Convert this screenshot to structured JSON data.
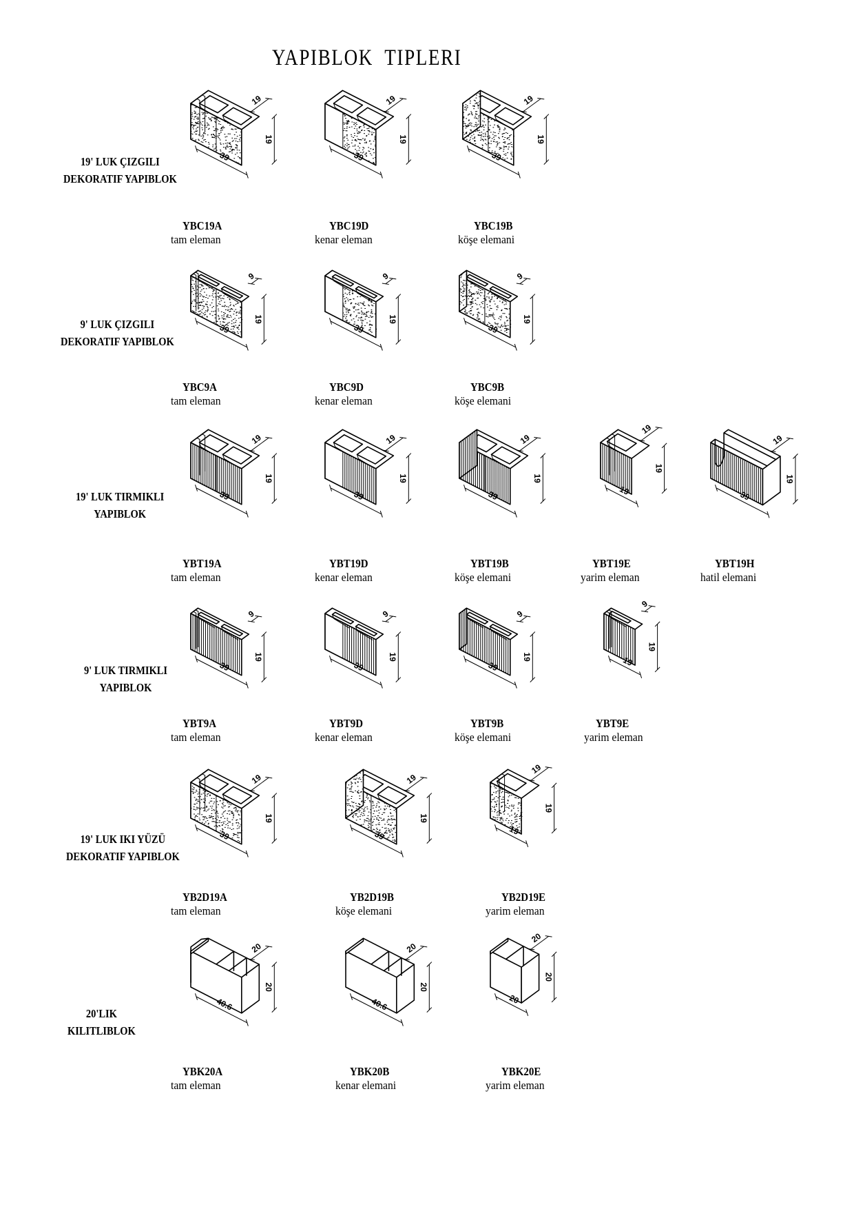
{
  "title": "YAPIBLOK  TIPLERI",
  "rows": [
    {
      "label": [
        "19' LUK ÇIZGILI",
        "DEKORATIF YAPIBLOK"
      ],
      "blocks": [
        {
          "code": "YBC19A",
          "caption": "tam eleman",
          "dims": {
            "w": "19",
            "h": "19",
            "l": "39"
          },
          "surface": "speckle",
          "shape": "full"
        },
        {
          "code": "YBC19D",
          "caption": "kenar eleman",
          "dims": {
            "w": "19",
            "h": "19",
            "l": "39"
          },
          "surface": "speckle",
          "shape": "end"
        },
        {
          "code": "YBC19B",
          "caption": "köşe elemani",
          "dims": {
            "w": "19",
            "h": "19",
            "l": "39"
          },
          "surface": "speckle",
          "shape": "corner"
        }
      ]
    },
    {
      "label": [
        "9' LUK ÇIZGILI",
        "DEKORATIF YAPIBLOK"
      ],
      "blocks": [
        {
          "code": "YBC9A",
          "caption": "tam eleman",
          "dims": {
            "w": "9",
            "h": "19",
            "l": "39"
          },
          "surface": "speckle",
          "shape": "thin"
        },
        {
          "code": "YBC9D",
          "caption": "kenar eleman",
          "dims": {
            "w": "9",
            "h": "19",
            "l": "39"
          },
          "surface": "speckle",
          "shape": "thin-end"
        },
        {
          "code": "YBC9B",
          "caption": "köşe elemani",
          "dims": {
            "w": "9",
            "h": "19",
            "l": "39"
          },
          "surface": "speckle",
          "shape": "thin-corner"
        }
      ]
    },
    {
      "label": [
        "19' LUK TIRMIKLI",
        "YAPIBLOK"
      ],
      "blocks": [
        {
          "code": "YBT19A",
          "caption": "tam eleman",
          "dims": {
            "w": "19",
            "h": "19",
            "l": "39"
          },
          "surface": "ribbed",
          "shape": "full"
        },
        {
          "code": "YBT19D",
          "caption": "kenar eleman",
          "dims": {
            "w": "19",
            "h": "19",
            "l": "39"
          },
          "surface": "ribbed",
          "shape": "end"
        },
        {
          "code": "YBT19B",
          "caption": "köşe elemani",
          "dims": {
            "w": "19",
            "h": "19",
            "l": "39"
          },
          "surface": "ribbed",
          "shape": "corner"
        },
        {
          "code": "YBT19E",
          "caption": "yarim eleman",
          "dims": {
            "w": "19",
            "h": "19",
            "l": "19"
          },
          "surface": "ribbed",
          "shape": "half"
        },
        {
          "code": "YBT19H",
          "caption": "hatil elemani",
          "dims": {
            "w": "19",
            "h": "19",
            "l": "39"
          },
          "surface": "ribbed",
          "shape": "lintel"
        }
      ]
    },
    {
      "label": [
        "9' LUK TIRMIKLI",
        "YAPIBLOK"
      ],
      "blocks": [
        {
          "code": "YBT9A",
          "caption": "tam eleman",
          "dims": {
            "w": "9",
            "h": "19",
            "l": "39"
          },
          "surface": "ribbed",
          "shape": "thin"
        },
        {
          "code": "YBT9D",
          "caption": "kenar eleman",
          "dims": {
            "w": "9",
            "h": "19",
            "l": "39"
          },
          "surface": "ribbed",
          "shape": "thin-end"
        },
        {
          "code": "YBT9B",
          "caption": "köşe elemani",
          "dims": {
            "w": "9",
            "h": "19",
            "l": "39"
          },
          "surface": "ribbed",
          "shape": "thin-corner"
        },
        {
          "code": "YBT9E",
          "caption": "yarim eleman",
          "dims": {
            "w": "9",
            "h": "19",
            "l": "19"
          },
          "surface": "ribbed",
          "shape": "thin-half"
        }
      ]
    },
    {
      "label": [
        "19' LUK IKI YÜZÜ",
        "DEKORATIF YAPIBLOK"
      ],
      "blocks": [
        {
          "code": "YB2D19A",
          "caption": "tam eleman",
          "dims": {
            "w": "19",
            "h": "19",
            "l": "39"
          },
          "surface": "speckle",
          "shape": "full"
        },
        {
          "code": "YB2D19B",
          "caption": "köşe elemani",
          "dims": {
            "w": "19",
            "h": "19",
            "l": "39"
          },
          "surface": "speckle",
          "shape": "corner"
        },
        {
          "code": "YB2D19E",
          "caption": "yarim eleman",
          "dims": {
            "w": "19",
            "h": "19",
            "l": "19"
          },
          "surface": "speckle",
          "shape": "half"
        }
      ]
    },
    {
      "label": [
        "20'LIK",
        "KILITLIBLOK"
      ],
      "blocks": [
        {
          "code": "YBK20A",
          "caption": "tam eleman",
          "dims": {
            "w": "20",
            "h": "20",
            "l": "40.6"
          },
          "surface": "plain",
          "shape": "lock"
        },
        {
          "code": "YBK20B",
          "caption": "kenar elemani",
          "dims": {
            "w": "20",
            "h": "20",
            "l": "40.6"
          },
          "surface": "plain",
          "shape": "lock-end"
        },
        {
          "code": "YBK20E",
          "caption": "yarim eleman",
          "dims": {
            "w": "20",
            "h": "20",
            "l": "20"
          },
          "surface": "plain",
          "shape": "lock-half"
        }
      ]
    }
  ]
}
